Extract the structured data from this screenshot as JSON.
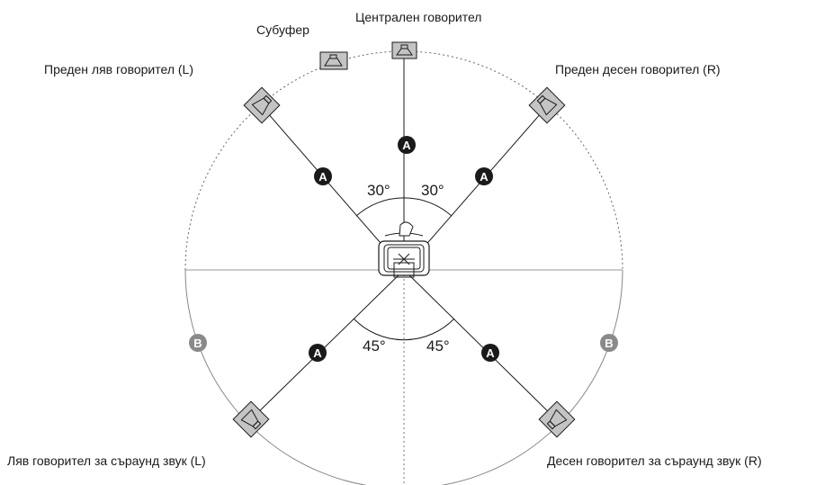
{
  "labels": {
    "center": "Централен говорител",
    "subwoofer": "Субуфер",
    "front_left": "Преден ляв говорител (L)",
    "front_right": "Преден десен говорител (R)",
    "surround_left": "Ляв говорител за съраунд звук (L)",
    "surround_right": "Десен говорител за съраунд звук (R)"
  },
  "angles": {
    "front_left": "30°",
    "front_right": "30°",
    "rear_left": "45°",
    "rear_right": "45°"
  },
  "markers": {
    "a": "A",
    "b": "B"
  },
  "colors": {
    "line": "#1a1a1a",
    "circle": "#666666",
    "speaker_fill": "#c4c4c4",
    "marker_a": "#1a1a1a",
    "marker_b": "#8a8a8a"
  },
  "icons": {
    "speaker": "speaker-icon",
    "listener": "listener-icon"
  }
}
